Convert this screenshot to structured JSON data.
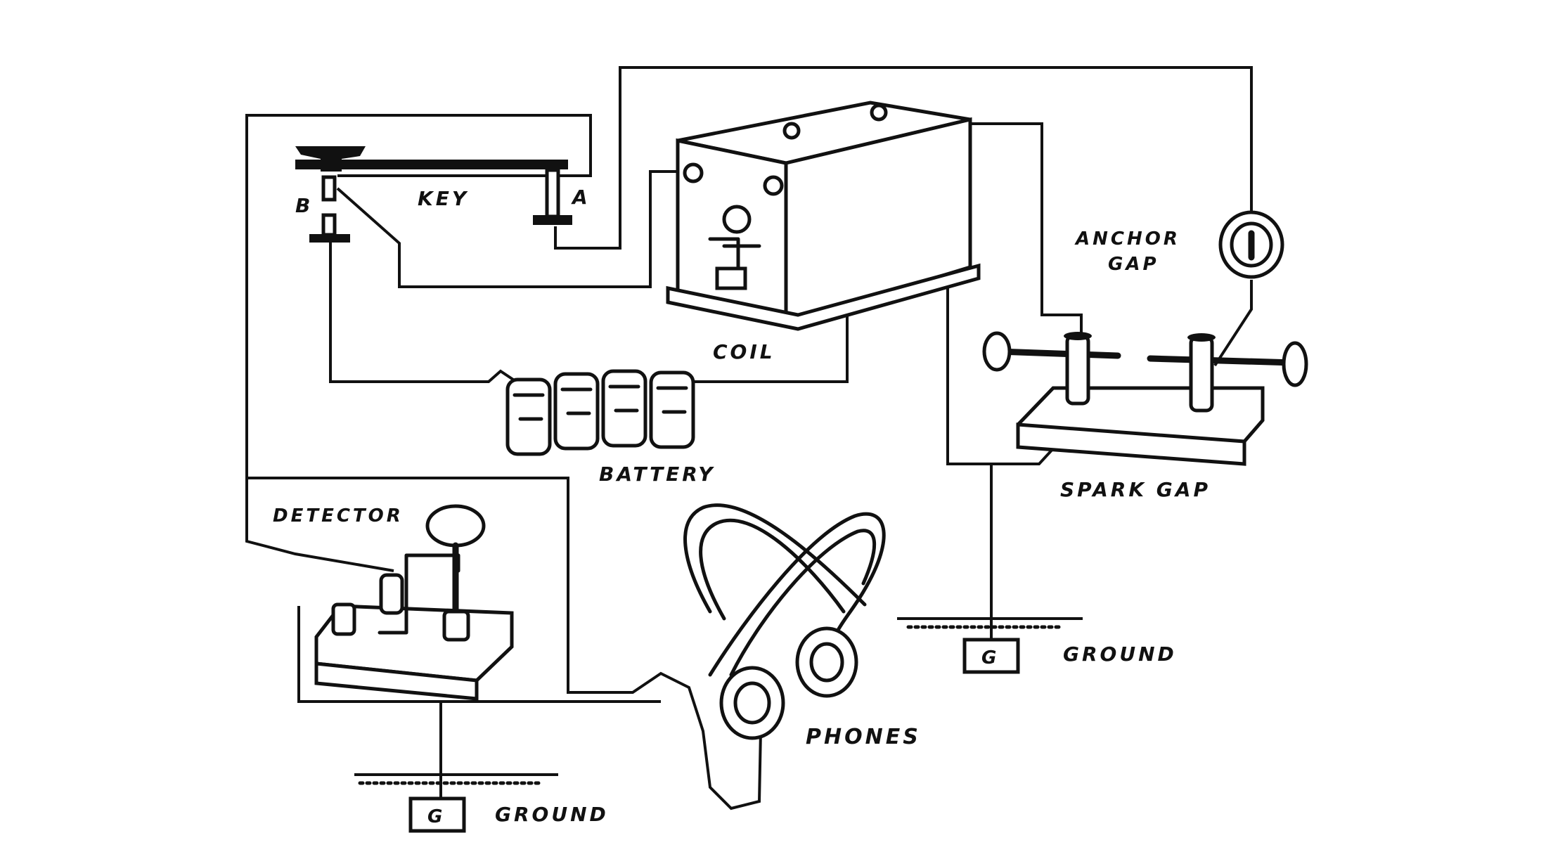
{
  "labels": {
    "key": "KEY",
    "terminal_a": "A",
    "terminal_b": "B",
    "coil": "COIL",
    "anchor_gap_line1": "ANCHOR",
    "anchor_gap_line2": "GAP",
    "spark_gap": "SPARK GAP",
    "battery": "BATTERY",
    "detector": "DETECTOR",
    "phones": "PHONES",
    "ground_right": "GROUND",
    "ground_left": "GROUND",
    "ground_box_right": "G",
    "ground_box_left": "G"
  },
  "colors": {
    "ink": "#111111",
    "paper": "#ffffff"
  }
}
